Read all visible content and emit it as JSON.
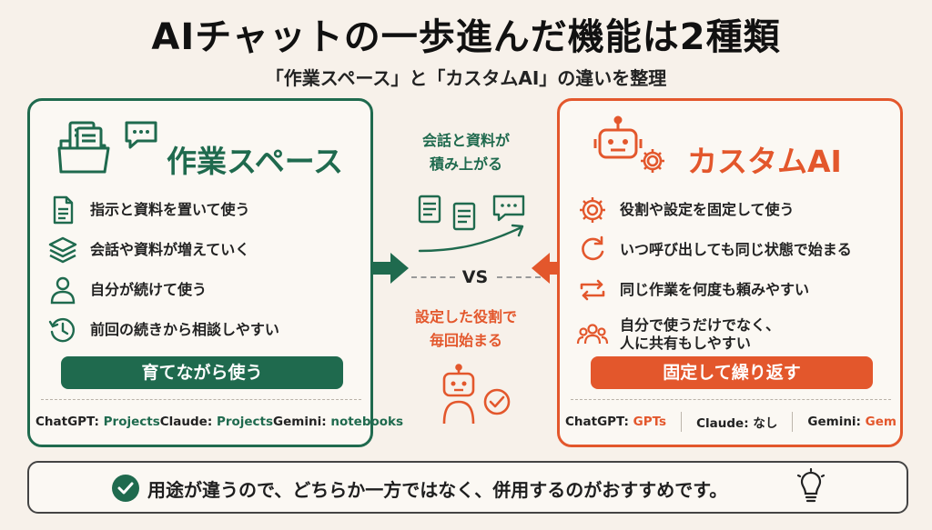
{
  "header": {
    "title": "AIチャットの一歩進んだ機能は2種類",
    "subtitle": "「作業スペース」と「カスタムAI」の違いを整理"
  },
  "colors": {
    "green": "#1f6a4e",
    "orange": "#e3572c",
    "background": "#f7f1ea"
  },
  "left_panel": {
    "title": "作業スペース",
    "header_icons": [
      "folder-documents-icon",
      "speech-bubble-icon"
    ],
    "items": [
      {
        "icon": "document-icon",
        "label": "指示と資料を置いて使う"
      },
      {
        "icon": "layers-icon",
        "label": "会話や資料が増えていく"
      },
      {
        "icon": "person-icon",
        "label": "自分が続けて使う"
      },
      {
        "icon": "history-clock-icon",
        "label": "前回の続きから相談しやすい"
      }
    ],
    "pill": "育てながら使う",
    "tools": [
      {
        "name": "ChatGPT:",
        "value": "Projects"
      },
      {
        "name": "Claude:",
        "value": "Projects"
      },
      {
        "name": "Gemini:",
        "value": "notebooks"
      }
    ]
  },
  "right_panel": {
    "title": "カスタムAI",
    "header_icons": [
      "robot-icon",
      "gear-icon"
    ],
    "items": [
      {
        "icon": "gear-icon",
        "label": "役割や設定を固定して使う"
      },
      {
        "icon": "restart-icon",
        "label": "いつ呼び出しても同じ状態で始まる"
      },
      {
        "icon": "repeat-icon",
        "label": "同じ作業を何度も頼みやすい"
      },
      {
        "icon": "people-icon",
        "label": "自分で使うだけでなく、\n人に共有もしやすい"
      }
    ],
    "pill": "固定して繰り返す",
    "tools": [
      {
        "name": "ChatGPT:",
        "value": "GPTs"
      },
      {
        "name": "Claude:",
        "value": "なし"
      },
      {
        "name": "Gemini:",
        "value": "Gem"
      }
    ]
  },
  "middle": {
    "top_text_line1": "会話と資料が",
    "top_text_line2": "積み上がる",
    "vs": "VS",
    "bottom_text_line1": "設定した役割で",
    "bottom_text_line2": "毎回始まる"
  },
  "footer": {
    "icon": "check-circle-icon",
    "text": "用途が違うので、どちらか一方ではなく、併用するのがおすすめです。",
    "end_icon": "lightbulb-icon"
  }
}
